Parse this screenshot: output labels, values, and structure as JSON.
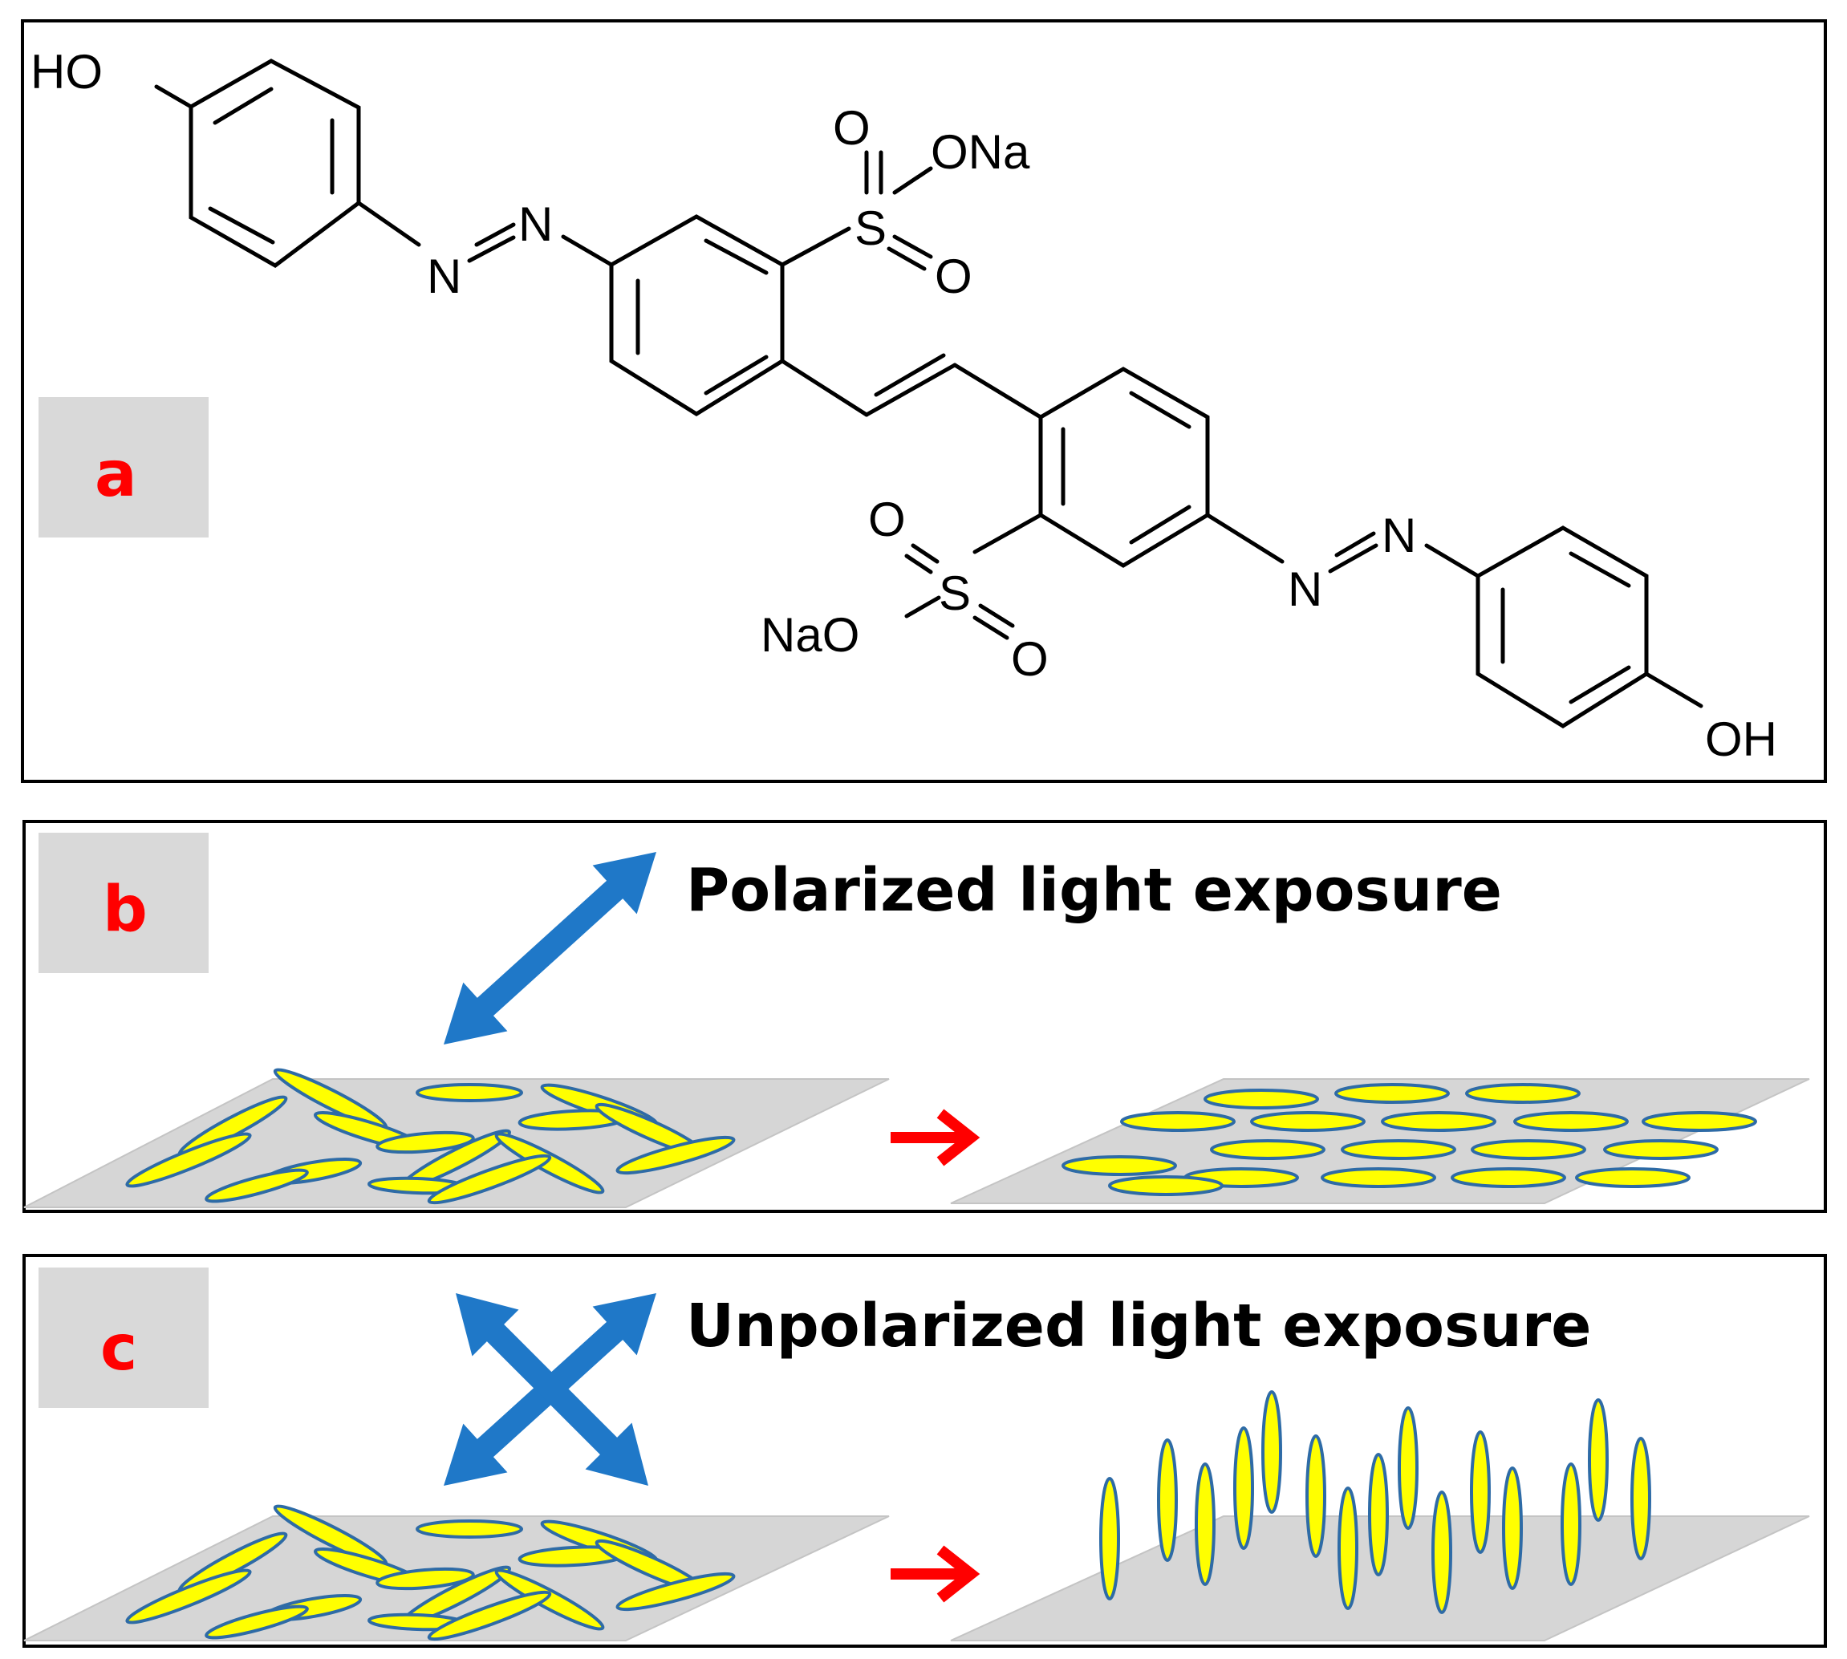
{
  "colors": {
    "rod_fill": "#ffff00",
    "rod_stroke": "#2e6ba6",
    "light_arrow": "#1f78c8",
    "process_arrow": "#ff0000",
    "label_box": "#d9d9d9",
    "label_text": "#ff0000",
    "substrate": "#d6d6d6"
  },
  "panel_a": {
    "label": "a",
    "atoms": {
      "ho_top": "HO",
      "oh_bottom": "OH",
      "n1": "N",
      "n2": "N",
      "n3": "N",
      "n4": "N",
      "s_top": "S",
      "s_bottom": "S",
      "o1": "O",
      "o2": "O",
      "o3": "O",
      "o4": "O",
      "ona": "ONa",
      "nao": "NaO"
    }
  },
  "panel_b": {
    "label": "b",
    "title": "Polarized light exposure",
    "arrow_icon": "double-headed-diagonal-arrow-icon",
    "result": "rods aligned horizontally"
  },
  "panel_c": {
    "label": "c",
    "title": "Unpolarized light exposure",
    "arrow_icon": "crossed-double-headed-arrows-icon",
    "result": "rods aligned vertically"
  }
}
